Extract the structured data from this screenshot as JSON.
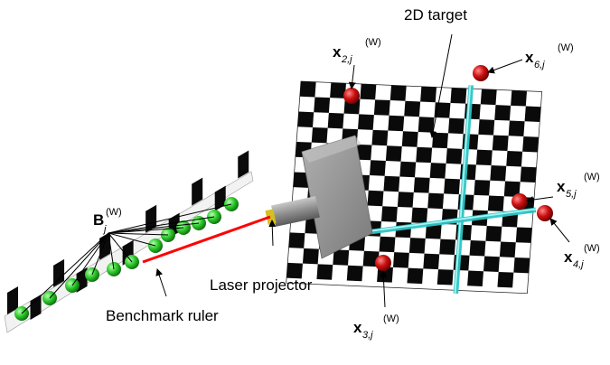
{
  "labels": {
    "target": "2D target",
    "laser": "Laser projector",
    "ruler": "Benchmark ruler"
  },
  "points": {
    "b": {
      "sym": "B",
      "sub": "j",
      "sup": "(W)"
    },
    "x2": {
      "sym": "x",
      "sub": "2,j",
      "sup": "(W)"
    },
    "x3": {
      "sym": "x",
      "sub": "3,j",
      "sup": "(W)"
    },
    "x4": {
      "sym": "x",
      "sub": "4,j",
      "sup": "(W)"
    },
    "x5": {
      "sym": "x",
      "sub": "5,j",
      "sup": "(W)"
    },
    "x6": {
      "sym": "x",
      "sub": "6,j",
      "sup": "(W)"
    }
  },
  "colors": {
    "checker_dark": "#0a0a0a",
    "checker_light": "#ffffff",
    "cyan_line": "#2ec4c4",
    "marker_red": "#cc1111",
    "sphere_green": "#2ecc2e",
    "laser_beam": "#ff0000",
    "projector_body": "#9a9a9a"
  }
}
